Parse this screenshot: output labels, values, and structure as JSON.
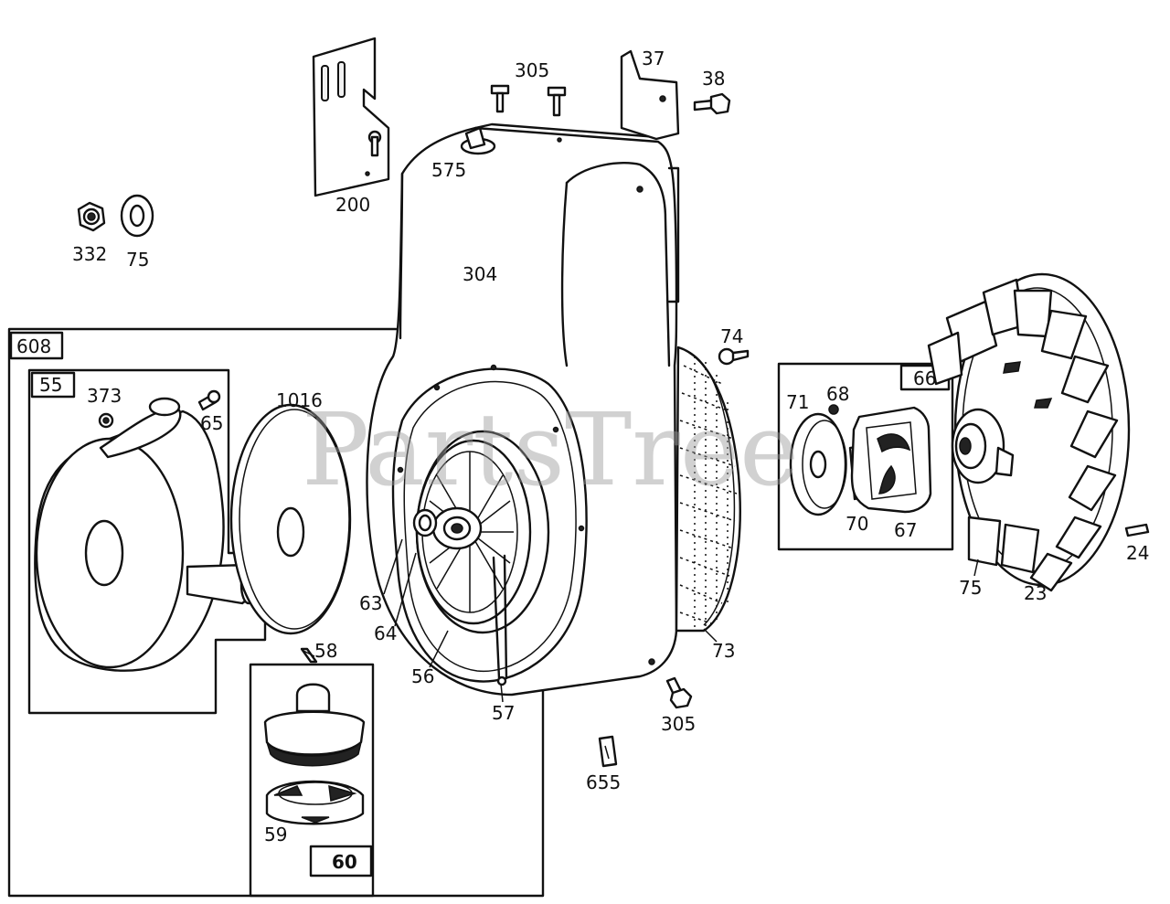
{
  "watermark": "PartsTree",
  "box_labels": {
    "b608": "608",
    "b55": "55",
    "b66": "66",
    "b60": "60"
  },
  "part_labels": {
    "p305_top": "305",
    "p37": "37",
    "p38": "38",
    "p575": "575",
    "p200": "200",
    "p332": "332",
    "p75_left": "75",
    "p304": "304",
    "p74": "74",
    "p373": "373",
    "p65": "65",
    "p1016": "1016",
    "p71": "71",
    "p68": "68",
    "p70": "70",
    "p67": "67",
    "p63": "63",
    "p64": "64",
    "p56": "56",
    "p57": "57",
    "p73": "73",
    "p58": "58",
    "p305_bottom": "305",
    "p655": "655",
    "p59": "59",
    "p75_right": "75",
    "p23": "23",
    "p24": "24"
  }
}
